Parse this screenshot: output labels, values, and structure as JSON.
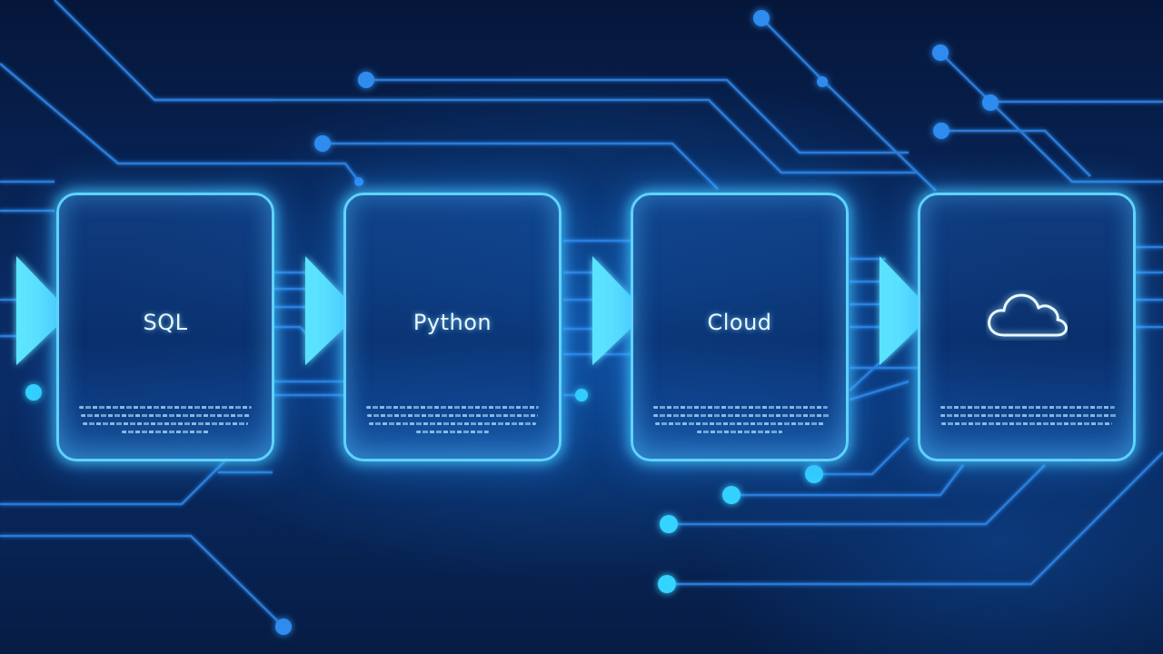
{
  "diagram": {
    "nodes": [
      {
        "id": "sql",
        "label": "SQL",
        "icon": null
      },
      {
        "id": "python",
        "label": "Python",
        "icon": null
      },
      {
        "id": "cloud",
        "label": "Cloud",
        "icon": null
      },
      {
        "id": "cloud-icon-node",
        "label": "",
        "icon": "cloud-outline-icon"
      }
    ],
    "edges": [
      {
        "from": "sql",
        "to": "python"
      },
      {
        "from": "python",
        "to": "cloud"
      },
      {
        "from": "cloud",
        "to": "cloud-icon-node"
      }
    ]
  },
  "colors": {
    "background": "#061a3d",
    "card_border": "#5fd3ff",
    "arrow": "#5fe6ff",
    "circuit": "#2f9bff",
    "text": "#e6f6ff"
  }
}
